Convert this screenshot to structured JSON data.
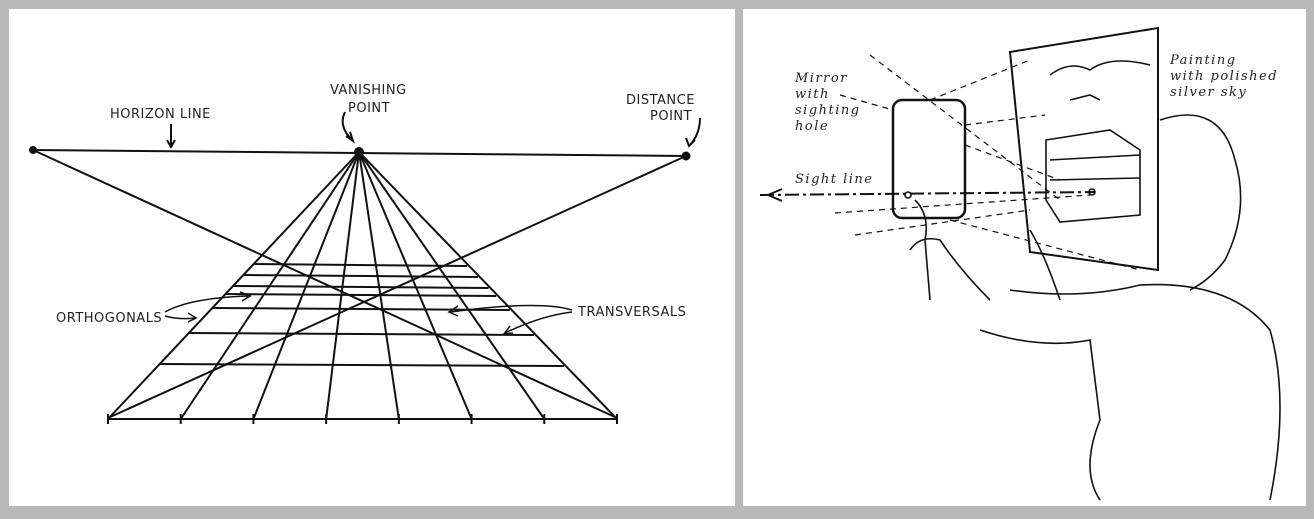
{
  "left_diagram": {
    "labels": {
      "horizon_line": "HORIZON LINE",
      "vanishing_point": [
        "VANISHING",
        "POINT"
      ],
      "distance_point": [
        "DISTANCE",
        "POINT"
      ],
      "orthogonals": "ORTHOGONALS",
      "transversals": "TRANSVERSALS"
    }
  },
  "right_diagram": {
    "labels": {
      "mirror": [
        "Mirror",
        "with",
        "sighting",
        "hole"
      ],
      "painting": [
        "Painting",
        "with polished",
        "silver sky"
      ],
      "sight_line": "Sight line"
    }
  }
}
